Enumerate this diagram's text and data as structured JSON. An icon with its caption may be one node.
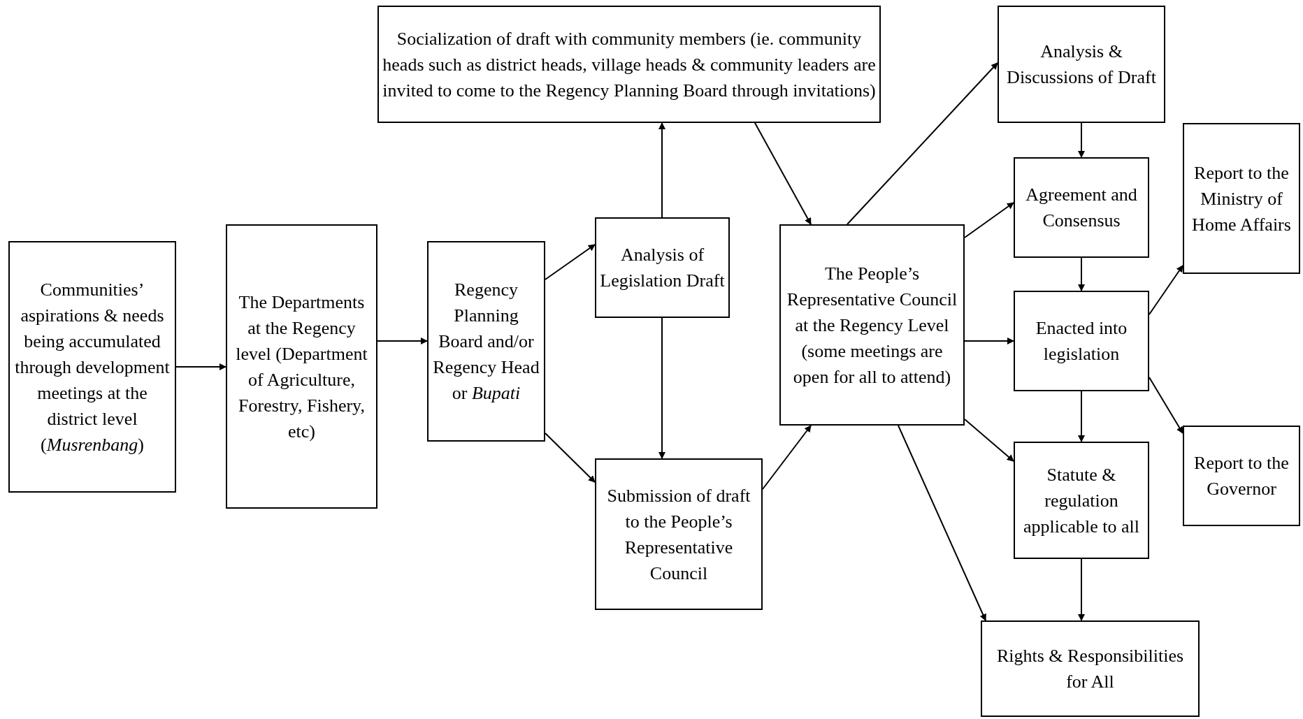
{
  "diagram": {
    "nodes": [
      {
        "text": [
          "Communities’ aspirations & needs being accumulated through development meetings at the district level (*Musrenbang*)"
        ]
      },
      {
        "text": [
          "The Departments at the Regency level (Department of Agriculture, Forestry, Fishery, etc)"
        ]
      },
      {
        "text": [
          "Regency Planning Board and/or Regency Head or *Bupati*"
        ]
      },
      {
        "text": [
          "Socialization of draft with community members (ie. community heads such as district heads, village heads & community leaders are invited to come to the Regency Planning Board through invitations)"
        ]
      },
      {
        "text": [
          "Analysis of Legislation Draft"
        ]
      },
      {
        "text": [
          "Submission of draft to the People’s Representative Council"
        ]
      },
      {
        "text": [
          "The People’s Representative Council at the Regency Level (some meetings are open for all to attend)"
        ]
      },
      {
        "text": [
          "Analysis & Discussions of Draft"
        ]
      },
      {
        "text": [
          "Agreement and Consensus"
        ]
      },
      {
        "text": [
          "Enacted into legislation"
        ]
      },
      {
        "text": [
          "Statute & regulation applicable to all"
        ]
      },
      {
        "text": [
          "Report to the Ministry of Home Affairs"
        ]
      },
      {
        "text": [
          "Report to the Governor"
        ]
      },
      {
        "text": [
          "Rights & Responsibilities for All"
        ]
      }
    ],
    "edges": [
      {
        "from": 0,
        "to": 1,
        "arrow": "to"
      },
      {
        "from": 1,
        "to": 2,
        "arrow": "to"
      },
      {
        "from": 2,
        "to": 4,
        "arrow": "to"
      },
      {
        "from": 2,
        "to": 5,
        "arrow": "to"
      },
      {
        "from": 4,
        "to": 3,
        "arrow": "to"
      },
      {
        "from": 4,
        "to": 5,
        "arrow": "to"
      },
      {
        "from": 3,
        "to": 6,
        "arrow": "to"
      },
      {
        "from": 5,
        "to": 6,
        "arrow": "to"
      },
      {
        "from": 6,
        "to": 7,
        "arrow": "to"
      },
      {
        "from": 7,
        "to": 8,
        "arrow": "to"
      },
      {
        "from": 8,
        "to": 9,
        "arrow": "to"
      },
      {
        "from": 9,
        "to": 10,
        "arrow": "to"
      },
      {
        "from": 10,
        "to": 13,
        "arrow": "to"
      },
      {
        "from": 6,
        "to": 8,
        "arrow": "to"
      },
      {
        "from": 6,
        "to": 9,
        "arrow": "to"
      },
      {
        "from": 6,
        "to": 10,
        "arrow": "to"
      },
      {
        "from": 6,
        "to": 13,
        "arrow": "to"
      },
      {
        "from": 9,
        "to": 11,
        "arrow": "to"
      },
      {
        "from": 9,
        "to": 12,
        "arrow": "to"
      }
    ]
  }
}
